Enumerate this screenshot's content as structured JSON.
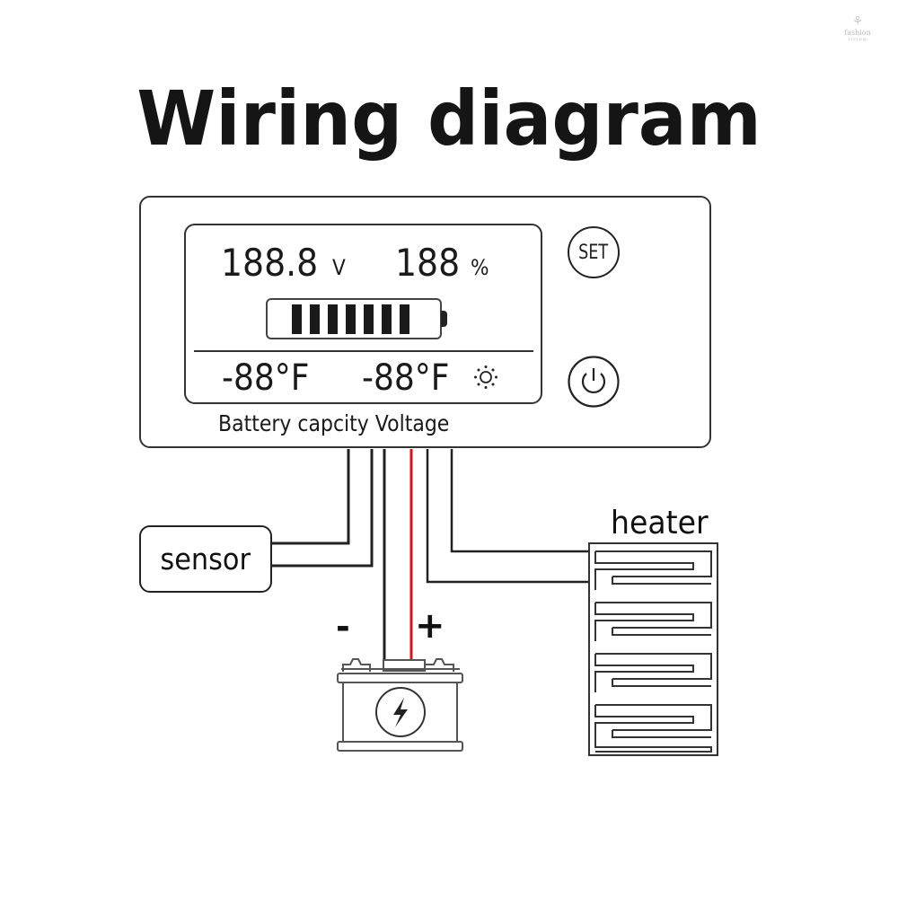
{
  "title": "Wiring diagram",
  "watermark": {
    "line1": "fashion",
    "line2": "living"
  },
  "device": {
    "lcd": {
      "voltage_value": "188.8",
      "voltage_unit": "V",
      "percent_value": "188",
      "percent_unit": "%",
      "battery_level_segments_filled": 7,
      "battery_level_segments_total": 7,
      "temperature_1": "-88°F",
      "temperature_2": "-88°F",
      "backlight_icon": "sun-icon"
    },
    "buttons": {
      "set_label": "SET",
      "power_icon": "power-icon"
    },
    "label": "Battery capcity Voltage"
  },
  "components": {
    "sensor_label": "sensor",
    "heater_label": "heater",
    "battery_icon": "lightning-icon",
    "negative_label": "-",
    "positive_label": "+"
  },
  "colors": {
    "line": "#222222",
    "positive_wire": "#d8141c",
    "background": "#ffffff"
  }
}
